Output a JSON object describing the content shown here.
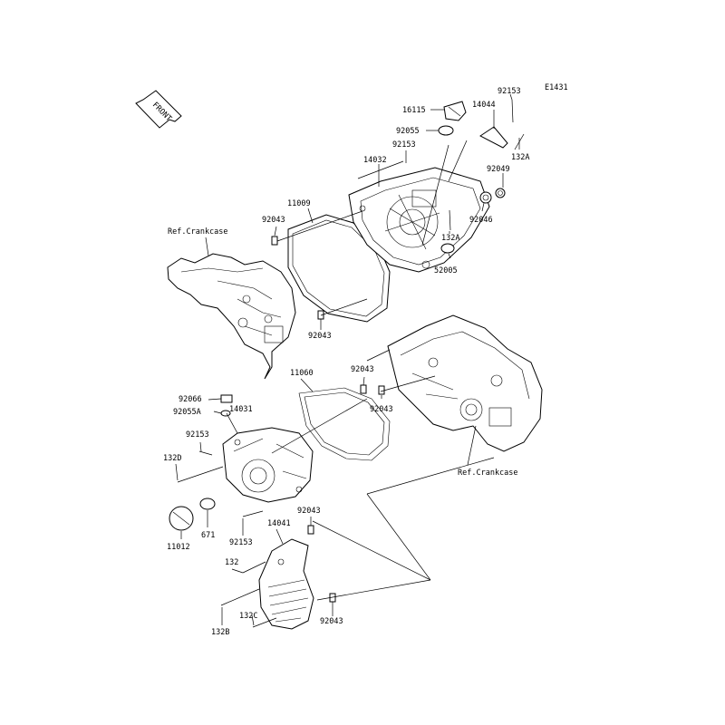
{
  "diagram_code": "E1431",
  "front_label": "FRONT",
  "callouts": [
    {
      "id": "c92153a",
      "text": "92153"
    },
    {
      "id": "c16115",
      "text": "16115"
    },
    {
      "id": "c14044",
      "text": "14044"
    },
    {
      "id": "c92055",
      "text": "92055"
    },
    {
      "id": "c92153b",
      "text": "92153"
    },
    {
      "id": "c132A_top",
      "text": "132A"
    },
    {
      "id": "c14032",
      "text": "14032"
    },
    {
      "id": "c92049",
      "text": "92049"
    },
    {
      "id": "c11009",
      "text": "11009"
    },
    {
      "id": "c92043a",
      "text": "92043"
    },
    {
      "id": "c92046",
      "text": "92046"
    },
    {
      "id": "cRefCrank1",
      "text": "Ref.Crankcase"
    },
    {
      "id": "c132A_mid",
      "text": "132A"
    },
    {
      "id": "c52005",
      "text": "52005"
    },
    {
      "id": "c92043b",
      "text": "92043"
    },
    {
      "id": "c11060",
      "text": "11060"
    },
    {
      "id": "c92043c",
      "text": "92043"
    },
    {
      "id": "c92066",
      "text": "92066"
    },
    {
      "id": "c14031",
      "text": "14031"
    },
    {
      "id": "c92055A",
      "text": "92055A"
    },
    {
      "id": "c92043d",
      "text": "92043"
    },
    {
      "id": "c92153c",
      "text": "92153"
    },
    {
      "id": "c132D",
      "text": "132D"
    },
    {
      "id": "cRefCrank2",
      "text": "Ref.Crankcase"
    },
    {
      "id": "c92043e",
      "text": "92043"
    },
    {
      "id": "c14041",
      "text": "14041"
    },
    {
      "id": "c671",
      "text": "671"
    },
    {
      "id": "c92153d",
      "text": "92153"
    },
    {
      "id": "c11012",
      "text": "11012"
    },
    {
      "id": "c132",
      "text": "132"
    },
    {
      "id": "c132C",
      "text": "132C"
    },
    {
      "id": "c92043f",
      "text": "92043"
    },
    {
      "id": "c132B",
      "text": "132B"
    }
  ]
}
